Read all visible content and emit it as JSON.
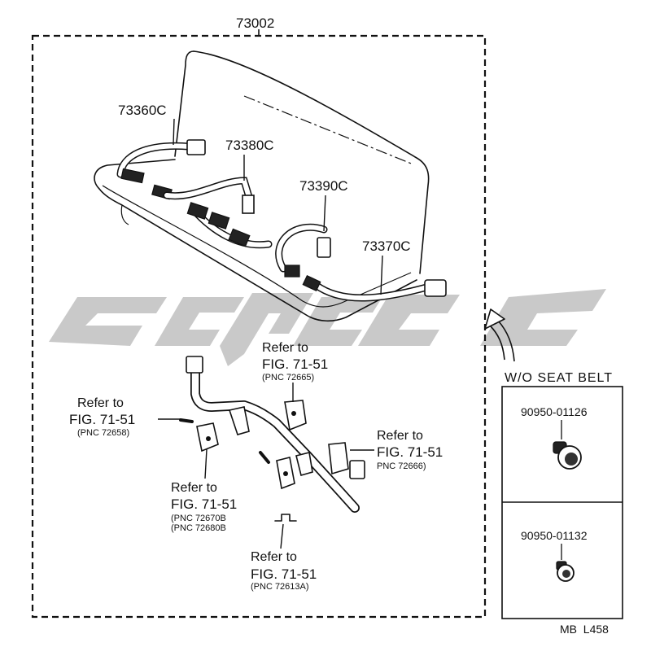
{
  "diagram": {
    "assembly_number": "73002",
    "belt_parts": [
      "73360C",
      "73380C",
      "73390C",
      "73370C"
    ],
    "references": [
      {
        "line1": "Refer to",
        "line2": "FIG. 71-51",
        "pnc": [
          "(PNC 72665)"
        ]
      },
      {
        "line1": "Refer to",
        "line2": "FIG. 71-51",
        "pnc": [
          "(PNC 72658)"
        ]
      },
      {
        "line1": "Refer to",
        "line2": "FIG. 71-51",
        "pnc": [
          "PNC 72666)"
        ]
      },
      {
        "line1": "Refer to",
        "line2": "FIG. 71-51",
        "pnc": [
          "(PNC 72670B",
          "(PNC 72680B"
        ]
      },
      {
        "line1": "Refer to",
        "line2": "FIG. 71-51",
        "pnc": [
          "(PNC 72613A)"
        ]
      }
    ]
  },
  "side_panel": {
    "heading": "W/O SEAT BELT",
    "items": [
      "90950-01126",
      "90950-01132"
    ]
  },
  "footer_code": "MB  L458",
  "colors": {
    "line_art": "#111111",
    "watermark": "#c9c9c9",
    "background": "#ffffff"
  },
  "icons": [
    "seat-bench-icon",
    "seat-belt-icon",
    "buckle-icon",
    "bracket-icon",
    "grommet-icon",
    "arrow-icon"
  ]
}
